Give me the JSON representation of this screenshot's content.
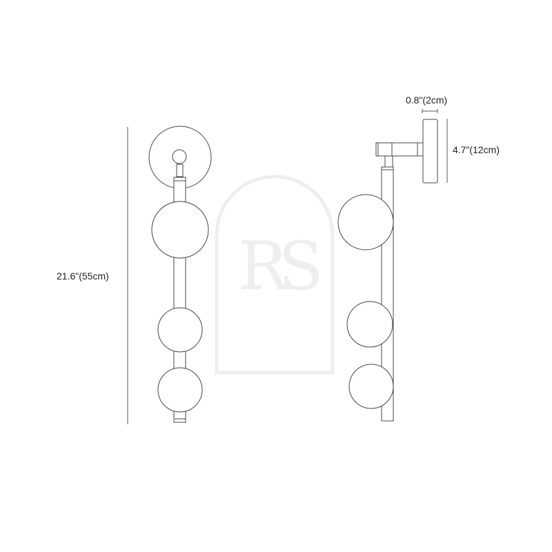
{
  "watermark": {
    "logo_text": "RS"
  },
  "dimensions": {
    "height": "21.6\"(55cm)",
    "depth": "0.8\"(2cm)",
    "plate_height": "4.7\"(12cm)"
  },
  "colors": {
    "line": "#444444",
    "watermark": "#eeeeee"
  }
}
